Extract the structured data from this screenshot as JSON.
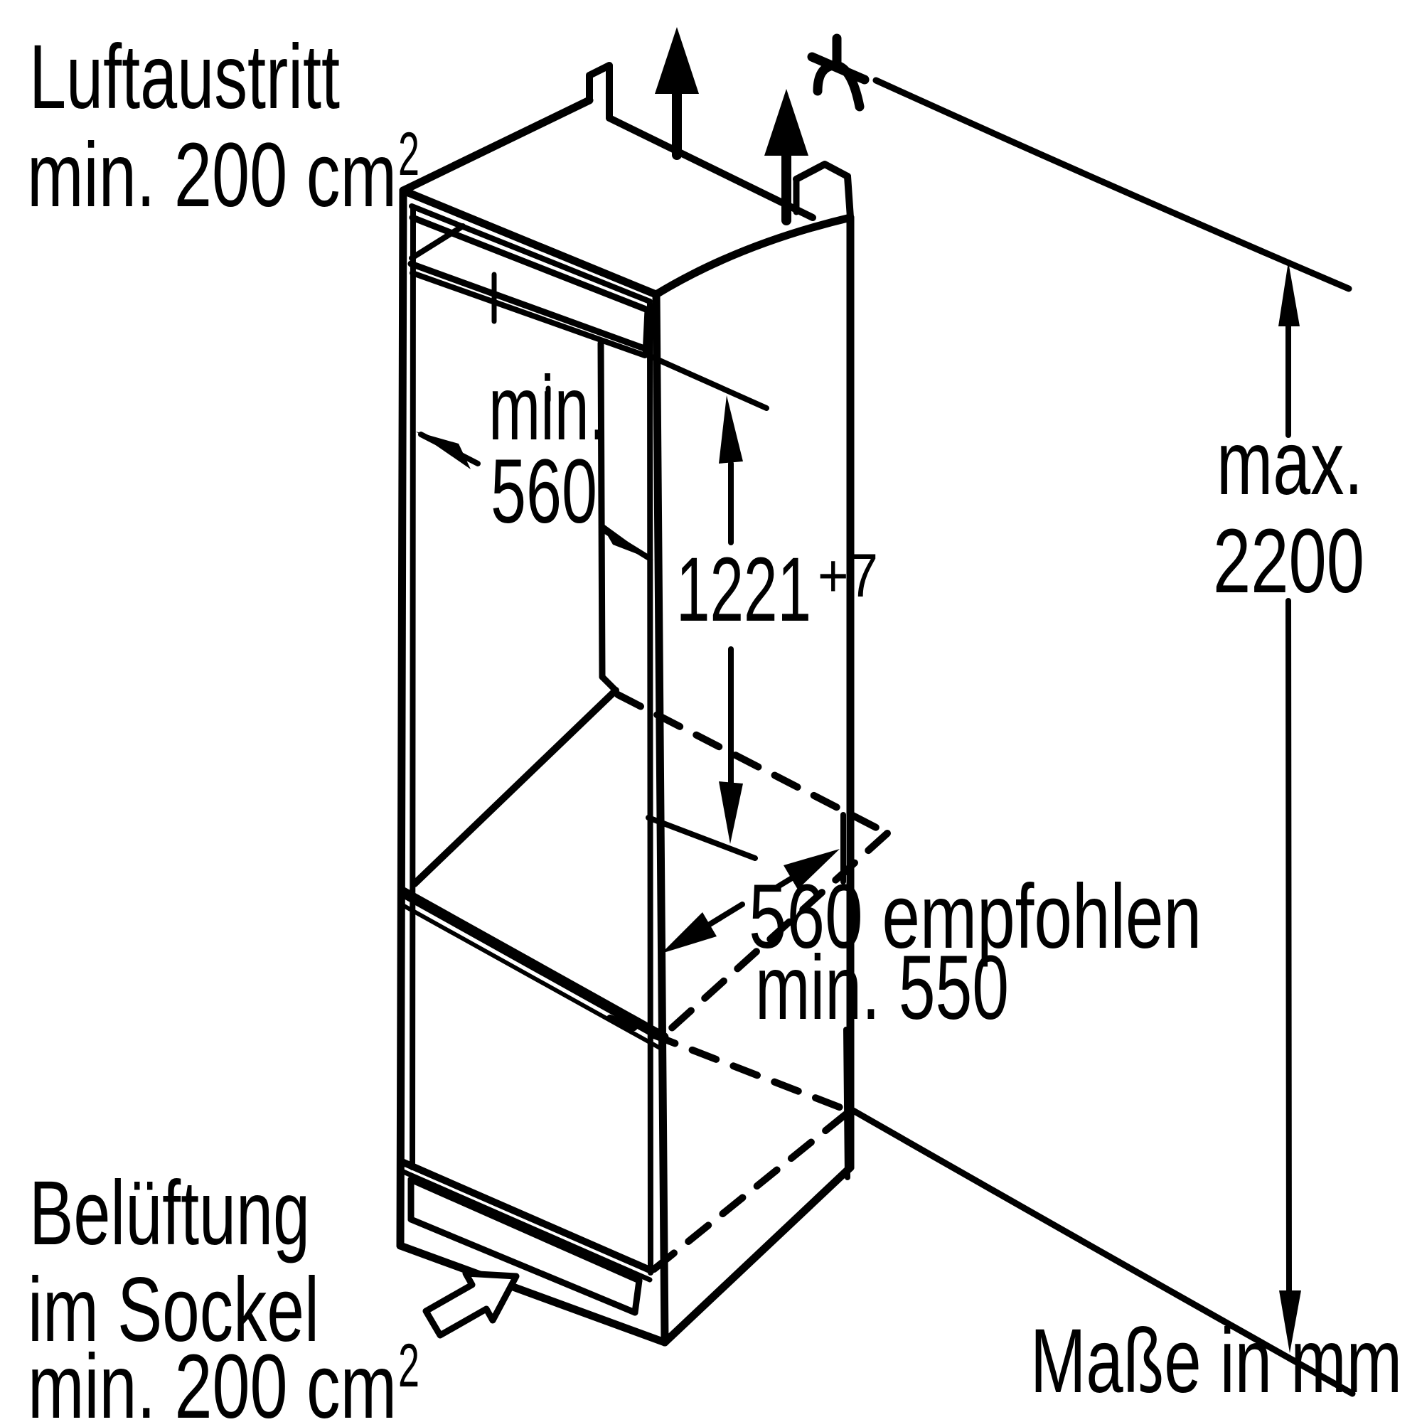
{
  "diagram": {
    "type": "appliance-niche-installation-drawing",
    "unit_note": "Maße in mm",
    "air_outlet": {
      "line1": "Luftaustritt",
      "line2": "min. 200 cm",
      "sup": "2"
    },
    "base_vent": {
      "line1": "Belüftung",
      "line2": "im Sockel",
      "line3": "min. 200 cm",
      "sup": "2"
    },
    "niche_width": {
      "line1": "min.",
      "line2": "560"
    },
    "niche_height": {
      "value": "1221",
      "tolerance": "+7"
    },
    "overall_height": {
      "line1": "max.",
      "line2": "2200"
    },
    "niche_depth": {
      "line1": "560 empfohlen",
      "line2": "min. 550"
    },
    "colors": {
      "line": "#000000",
      "background": "#ffffff"
    }
  },
  "dimensions_mm": {
    "niche_width_min": 560,
    "niche_height": 1221,
    "niche_height_tolerance_plus": 7,
    "overall_height_max": 2200,
    "depth_recommended": 560,
    "depth_min": 550,
    "air_outlet_min_cm2": 200,
    "base_vent_min_cm2": 200
  }
}
